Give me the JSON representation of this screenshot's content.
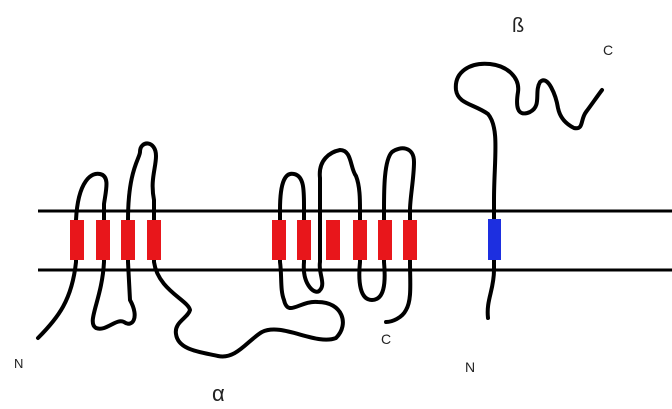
{
  "diagram": {
    "colors": {
      "background": "#ffffff",
      "line": "#000000",
      "alpha_segment": "#e8161b",
      "beta_segment": "#1d2fe0"
    },
    "alpha_subunit": {
      "label": "α",
      "n_terminus_label": "N",
      "c_terminus_label": "C",
      "transmembrane_segment_count": 10
    },
    "beta_subunit": {
      "label": "ß",
      "n_terminus_label": "N",
      "c_terminus_label": "C",
      "transmembrane_segment_count": 1
    }
  }
}
